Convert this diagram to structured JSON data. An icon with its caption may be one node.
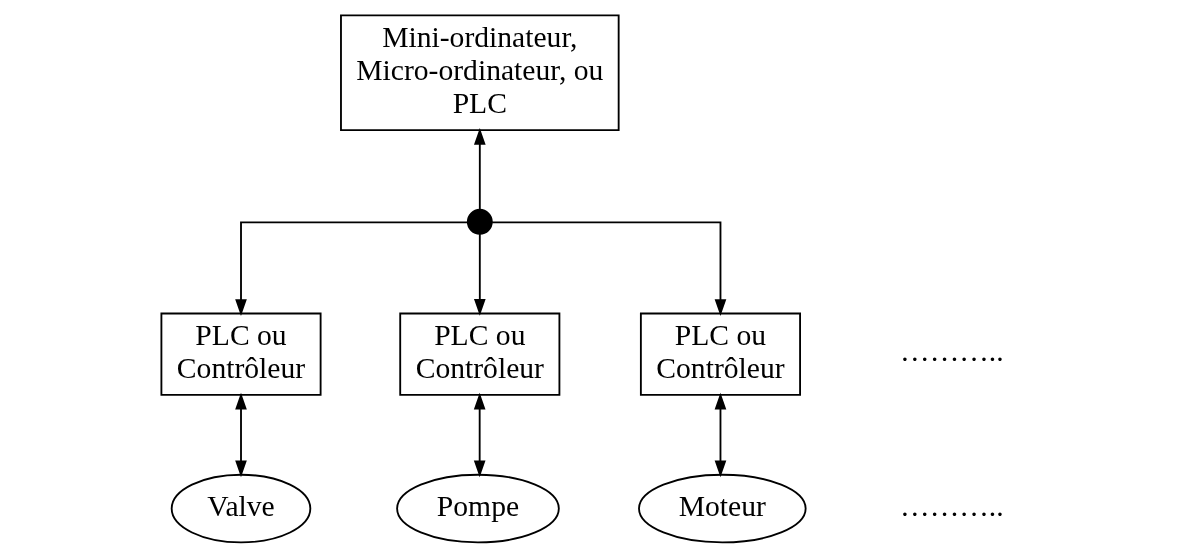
{
  "diagram": {
    "nodes": [
      {
        "text": [
          "Mini-ordinateur, Micro-ordinateur, ou PLC"
        ]
      },
      {
        "text": [],
        "shape": "circle"
      },
      {
        "text": [
          "PLC ou Contrôleur"
        ]
      },
      {
        "text": [
          "PLC ou Contrôleur"
        ]
      },
      {
        "text": [
          "PLC ou Contrôleur"
        ]
      },
      {
        "text": [
          "Valve"
        ]
      },
      {
        "text": [
          "Pompe"
        ]
      },
      {
        "text": [
          "Moteur"
        ]
      }
    ],
    "edges": [
      {
        "from": 1,
        "to": 0,
        "arrow": "to"
      },
      {
        "from": 1,
        "to": 2,
        "arrow": "to"
      },
      {
        "from": 1,
        "to": 3,
        "arrow": "to"
      },
      {
        "from": 1,
        "to": 4,
        "arrow": "to"
      },
      {
        "from": 2,
        "to": 5,
        "arrow": "both"
      },
      {
        "from": 3,
        "to": 6,
        "arrow": "both"
      },
      {
        "from": 4,
        "to": 7,
        "arrow": "both"
      }
    ],
    "labels": [
      "………..",
      "……….."
    ]
  }
}
